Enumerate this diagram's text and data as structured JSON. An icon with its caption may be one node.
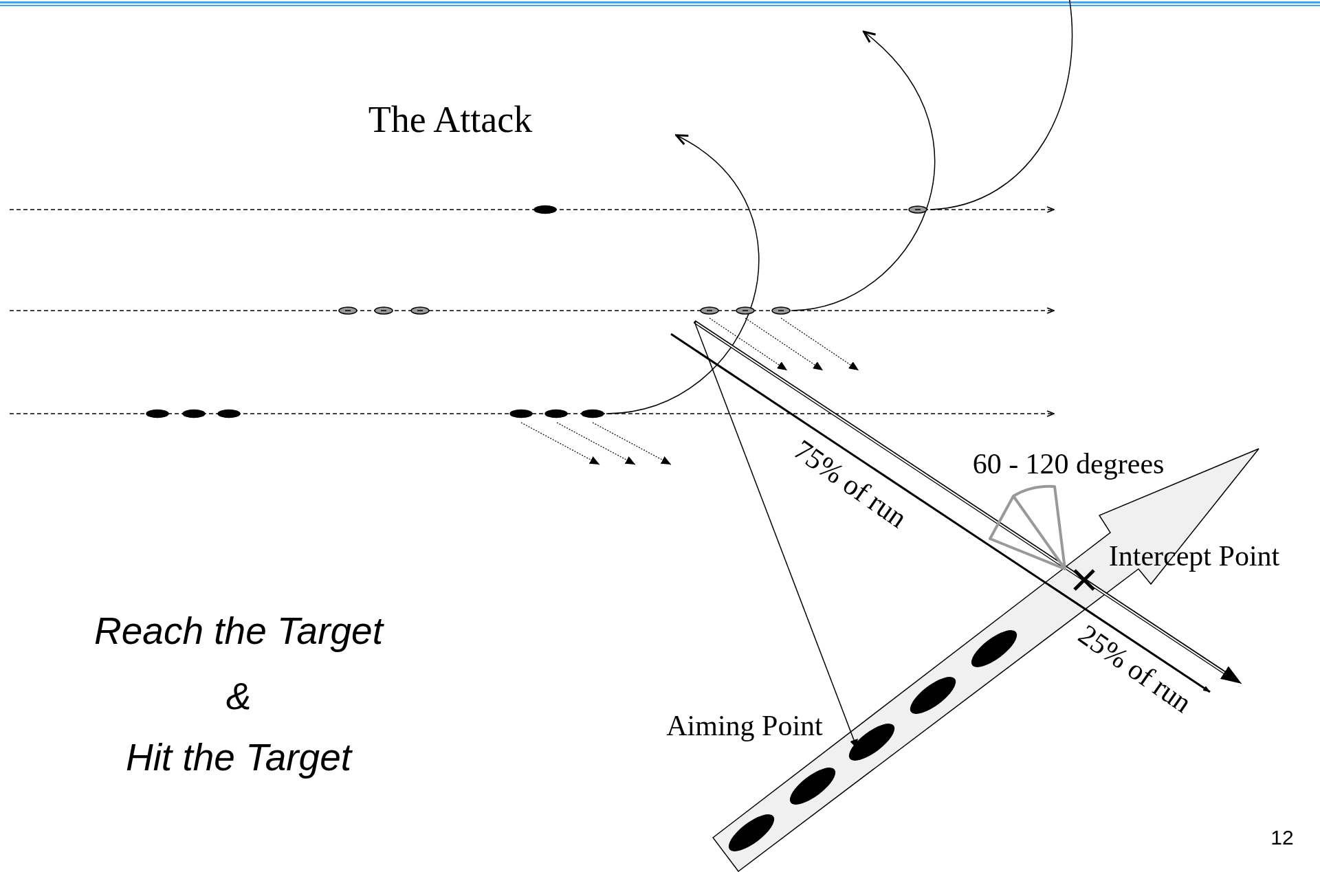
{
  "diagram": {
    "title": "The Attack",
    "labels": [
      "60 - 120 degrees",
      "75% of run",
      "Intercept Point",
      "25% of run",
      "Aiming Point",
      "Reach the Target",
      "&",
      "Hit the Target",
      "12"
    ]
  }
}
